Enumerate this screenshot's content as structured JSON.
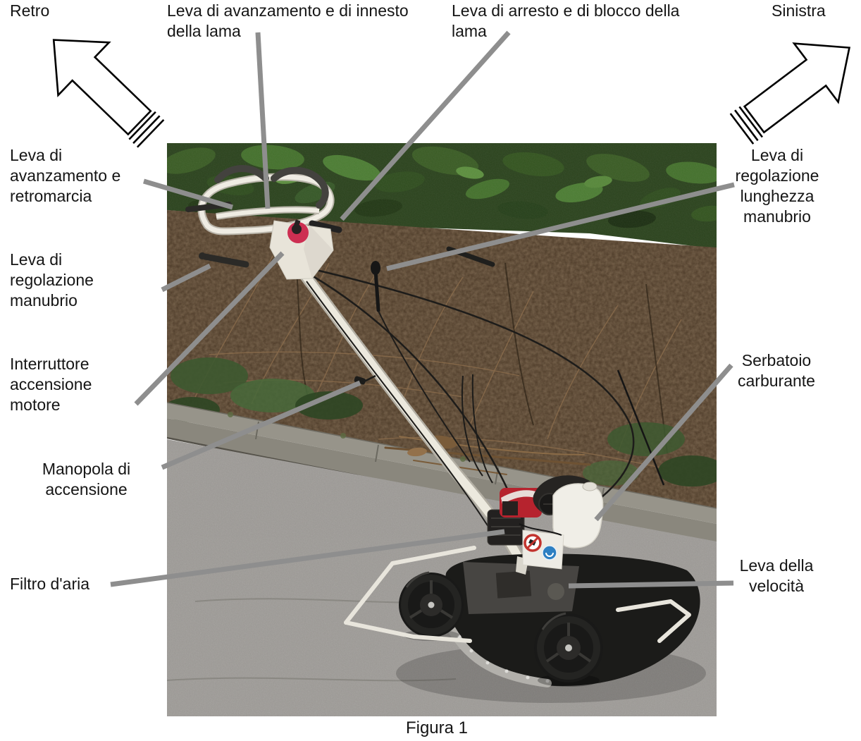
{
  "figure": {
    "caption": "Figura 1",
    "subject": "motofalciatrice / lawn mower labeled photo",
    "connector_color": "#8e8e8e",
    "text_color": "#151515",
    "arrow_outline_color": "#000000"
  },
  "labels": {
    "retro": "Retro",
    "innesto": "Leva di avanzamento e di innesto\ndella lama",
    "arresto": "Leva di arresto e di blocco della\nlama",
    "sinistra": "Sinistra",
    "avanzamento_retromarcia": "Leva di\navanzamento e\nretromarcia",
    "regolazione_manubrio": "Leva di\nregolazione\nmanubrio",
    "interruttore": "Interruttore\naccensione\nmotore",
    "manopola": "Manopola di\naccensione",
    "filtro": "Filtro d'aria",
    "lunghezza_manubrio": "Leva di\nregolazione\nlunghezza\nmanubrio",
    "serbatoio": "Serbatoio\ncarburante",
    "velocita": "Leva della\nvelocità",
    "caption": "Figura 1"
  }
}
